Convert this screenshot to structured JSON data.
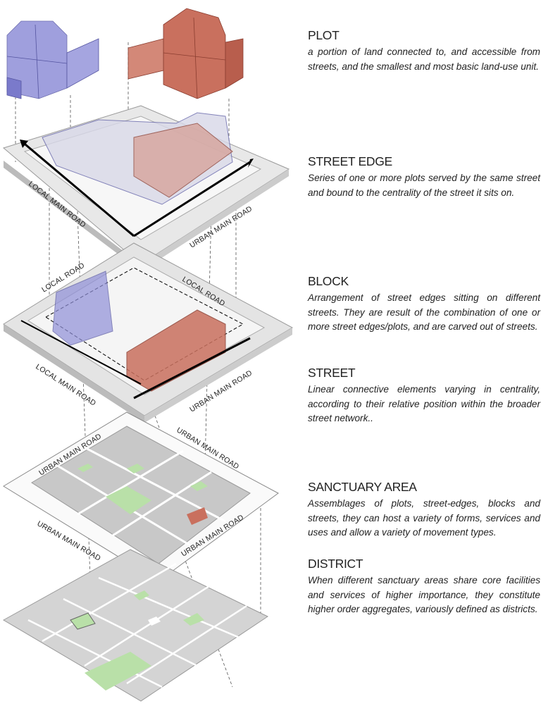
{
  "sections": [
    {
      "title": "PLOT",
      "text": "a portion of land connected to, and accessible from streets, and the smallest and most basic land-use unit."
    },
    {
      "title": "STREET EDGE",
      "text": "Series of one or more plots served by the same street and bound to the centrality of the street it sits on."
    },
    {
      "title": "BLOCK",
      "text": "Arrangement of street edges sitting on different streets. They are result of the combination of one or more street edges/plots, and are carved out of streets."
    },
    {
      "title": "STREET",
      "text": "Linear connective elements varying in centrality, according to their relative position within the broader street network.."
    },
    {
      "title": "SANCTUARY AREA",
      "text": "Assemblages of plots, street-edges, blocks and streets, they can host a variety of forms, services and uses and allow a variety of movement types."
    },
    {
      "title": "DISTRICT",
      "text": "When different sanctuary areas share core facilities and services of higher importance, they constitute higher order aggregates, variously defined as districts."
    }
  ],
  "road_labels": {
    "street_edge": [
      "LOCAL MAIN ROAD",
      "URBAN MAIN ROAD"
    ],
    "block": [
      "LOCAL ROAD",
      "LOCAL ROAD",
      "LOCAL MAIN ROAD",
      "URBAN MAIN ROAD"
    ],
    "sanctuary": [
      "URBAN MAIN ROAD",
      "URBAN MAIN ROAD",
      "URBAN MAIN ROAD",
      "URBAN MAIN ROAD"
    ]
  },
  "colors": {
    "plot_blue": "#8f8fd8",
    "plot_red": "#c9705e",
    "road_grey": "#cfcfcf",
    "green_space": "#b9e0a8"
  }
}
